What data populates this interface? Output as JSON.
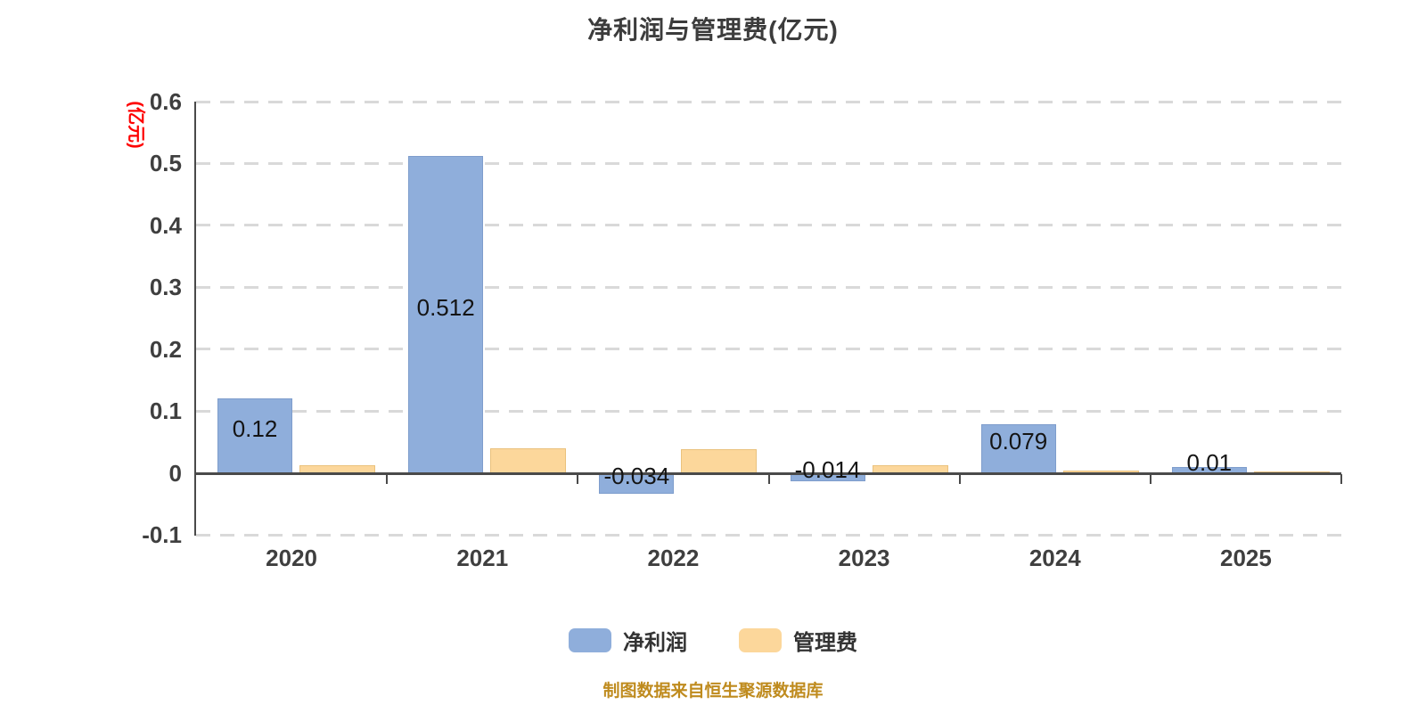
{
  "title": "净利润与管理费(亿元)",
  "y_axis": {
    "unit_label": "(亿元)",
    "ticks": [
      0.6,
      0.5,
      0.4,
      0.3,
      0.2,
      0.1,
      0,
      -0.1
    ],
    "tick_labels": [
      "0.6",
      "0.5",
      "0.4",
      "0.3",
      "0.2",
      "0.1",
      "0",
      "-0.1"
    ]
  },
  "chart_data": {
    "type": "bar",
    "categories": [
      "2020",
      "2021",
      "2022",
      "2023",
      "2024",
      "2025"
    ],
    "series": [
      {
        "name": "净利润",
        "color": "#8FAEDB",
        "values": [
          0.12,
          0.512,
          -0.034,
          -0.014,
          0.079,
          0.01
        ],
        "labels": [
          "0.12",
          "0.512",
          "-0.034",
          "-0.014",
          "0.079",
          "0.01"
        ]
      },
      {
        "name": "管理费",
        "color": "#FCD79B",
        "values": [
          0.013,
          0.04,
          0.038,
          0.013,
          0.004,
          0.002
        ],
        "labels": []
      }
    ],
    "title": "净利润与管理费(亿元)",
    "xlabel": "",
    "ylabel": "(亿元)",
    "ylim": [
      -0.1,
      0.6
    ],
    "grid": "horizontal dashed",
    "legend_position": "bottom"
  },
  "legend": {
    "items": [
      {
        "label": "净利润",
        "color": "#8FAEDB"
      },
      {
        "label": "管理费",
        "color": "#FCD79B"
      }
    ]
  },
  "footer": {
    "source_text": "制图数据来自恒生聚源数据库"
  },
  "colors": {
    "series_blue": "#8FAEDB",
    "series_blue_border": "#7E9DCC",
    "series_orange": "#FCD79B",
    "series_orange_border": "#EAC27D",
    "grid": "#D9D9D9",
    "axis": "#4A4A4A",
    "tick_text": "#3F3F3F",
    "bar_label_text": "#141414",
    "title_text": "#3C3C3C",
    "legend_text": "#333333",
    "unit_red": "#FE0000",
    "footer_gold": "#BF8B1E"
  }
}
